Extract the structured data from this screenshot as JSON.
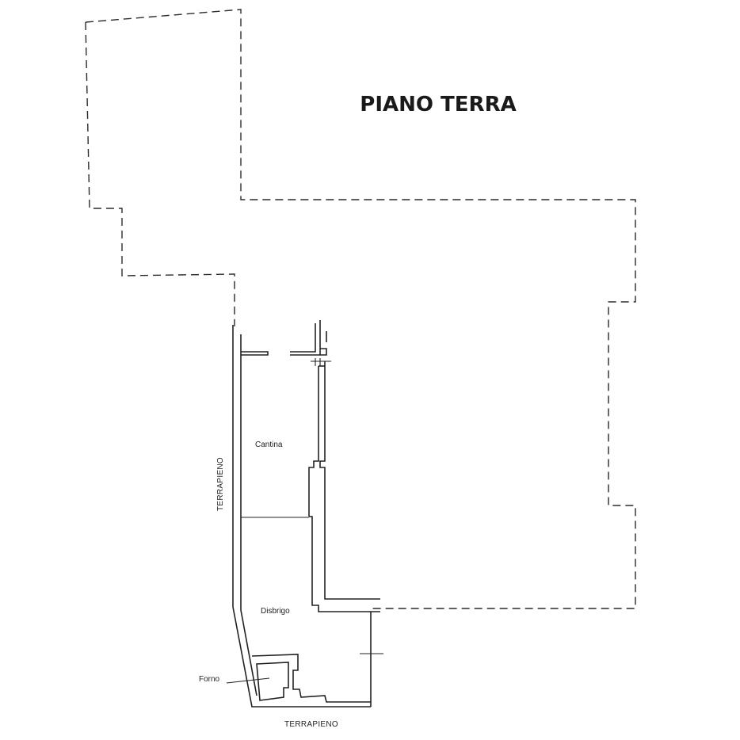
{
  "plan": {
    "title": "PIANO TERRA",
    "labels": {
      "cantina": "Cantina",
      "disbrigo": "Disbrigo",
      "forno": "Forno",
      "terrapieno_left": "TERRAPIENO",
      "terrapieno_bottom": "TERRAPIENO"
    }
  }
}
